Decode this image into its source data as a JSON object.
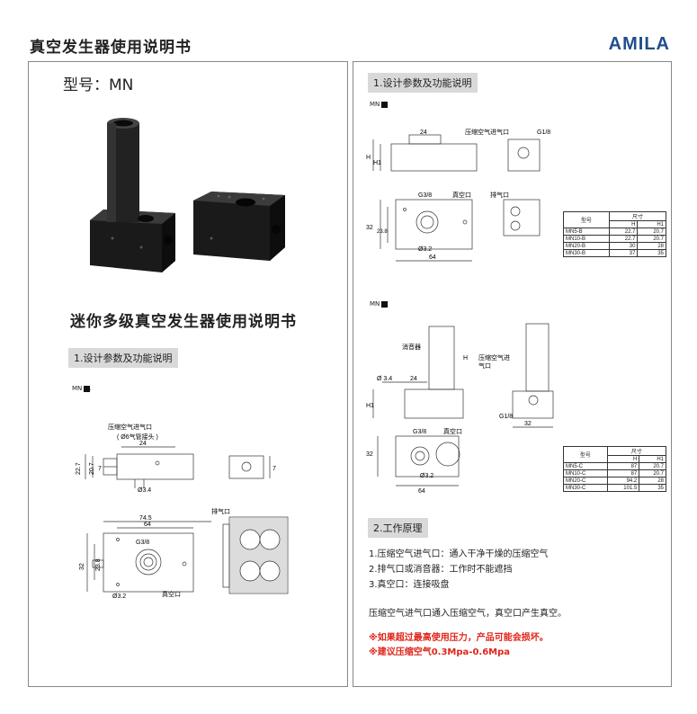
{
  "header": {
    "title": "真空发生器使用说明书",
    "brand": "AMILA"
  },
  "left": {
    "model_label": "型号：MN",
    "product_title": "迷你多级真空发生器使用说明书",
    "section1": "1.设计参数及功能说明",
    "variant": "MN -A",
    "labels": {
      "inlet": "压缩空气进气口",
      "fitting": "( Ø6气管接头 )",
      "exhaust": "排气口",
      "vacuum": "真空口",
      "d24": "24",
      "d227": "22.7",
      "d207": "20.7",
      "d7": "7",
      "d34": "Ø3.4",
      "d745": "74.5",
      "d64": "64",
      "g38": "G3/8",
      "d32": "32",
      "d238": "23.8",
      "d32b": "Ø3.2"
    }
  },
  "right": {
    "section1": "1.设计参数及功能说明",
    "variant_b": "MN -B",
    "variant_c": "MN -C",
    "labels": {
      "inlet": "压缩空气进气口",
      "g18": "G1/8",
      "h": "H",
      "h1": "H1",
      "d24": "24",
      "g38": "G3/8",
      "vacuum": "真空口",
      "exhaust": "排气口",
      "d32": "32",
      "d238": "23.8",
      "d32b": "Ø3.2",
      "d64": "64",
      "muffler": "消音器",
      "inlet2": "压缩空气进",
      "inlet2b": "气口",
      "d34": "Ø 3.4",
      "g18v": "G1/8",
      "d32c": "32"
    },
    "table_b": {
      "head_model": "型号",
      "head_size": "尺寸",
      "col_h": "H",
      "col_h1": "H1",
      "rows": [
        [
          "MN5-B",
          "22.7",
          "20.7"
        ],
        [
          "MN10-B",
          "22.7",
          "20.7"
        ],
        [
          "MN20-B",
          "30",
          "28"
        ],
        [
          "MN30-B",
          "37",
          "35"
        ]
      ]
    },
    "table_c": {
      "head_model": "型号",
      "head_size": "尺寸",
      "col_h": "H",
      "col_h1": "H1",
      "rows": [
        [
          "MN5-C",
          "87",
          "20.7"
        ],
        [
          "MN10-C",
          "87",
          "20.7"
        ],
        [
          "MN20-C",
          "94.2",
          "28"
        ],
        [
          "MN30-C",
          "101.5",
          "35"
        ]
      ]
    },
    "section2": "2.工作原理",
    "principle": [
      "1.压缩空气进气口：通入干净干燥的压缩空气",
      "2.排气口或消音器：工作时不能遮挡",
      "3.真空口：连接吸盘"
    ],
    "summary": "压缩空气进气口通入压缩空气，真空口产生真空。",
    "warnings": [
      "※如果超过最高使用压力，产品可能会损坏。",
      "※建议压缩空气0.3Mpa-0.6Mpa"
    ]
  }
}
